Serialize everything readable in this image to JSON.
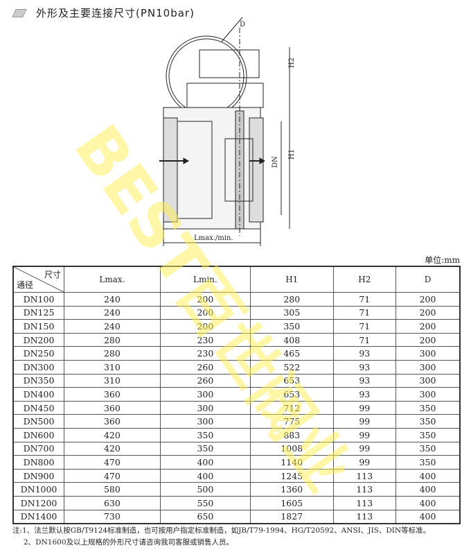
{
  "title": "外形及主要连接尺寸(PN10bar)",
  "drawing": {
    "label_d": "D",
    "label_h2": "H2",
    "label_h1": "H1",
    "label_dn": "DN",
    "label_l": "Lmax./min."
  },
  "unit": "单位:mm",
  "watermark": "BEST百世阀业",
  "table": {
    "corner_top": "尺寸",
    "corner_bottom": "通径",
    "headers": [
      "Lmax.",
      "Lmin.",
      "H1",
      "H2",
      "D"
    ],
    "rows": [
      [
        "DN100",
        "240",
        "200",
        "280",
        "71",
        "200"
      ],
      [
        "DN125",
        "240",
        "200",
        "305",
        "71",
        "200"
      ],
      [
        "DN150",
        "240",
        "200",
        "350",
        "71",
        "200"
      ],
      [
        "DN200",
        "280",
        "230",
        "408",
        "71",
        "200"
      ],
      [
        "DN250",
        "280",
        "230",
        "465",
        "93",
        "300"
      ],
      [
        "DN300",
        "310",
        "260",
        "522",
        "93",
        "300"
      ],
      [
        "DN350",
        "310",
        "260",
        "653",
        "93",
        "300"
      ],
      [
        "DN400",
        "360",
        "300",
        "653",
        "93",
        "300"
      ],
      [
        "DN450",
        "360",
        "300",
        "712",
        "99",
        "350"
      ],
      [
        "DN500",
        "360",
        "300",
        "775",
        "99",
        "350"
      ],
      [
        "DN600",
        "420",
        "350",
        "883",
        "99",
        "350"
      ],
      [
        "DN700",
        "420",
        "350",
        "1008",
        "99",
        "350"
      ],
      [
        "DN800",
        "470",
        "400",
        "1140",
        "99",
        "350"
      ],
      [
        "DN900",
        "470",
        "400",
        "1245",
        "113",
        "400"
      ],
      [
        "DN1000",
        "580",
        "500",
        "1360",
        "113",
        "400"
      ],
      [
        "DN1200",
        "630",
        "550",
        "1605",
        "113",
        "400"
      ],
      [
        "DN1400",
        "730",
        "650",
        "1827",
        "113",
        "400"
      ]
    ]
  },
  "notes": [
    "注:1、法兰默认按GB/T9124标准制造，也可按用户指定标准制造，如JB/T79-1994、HG/T20592、ANSI、JIS、DIN等标准。",
    "2、DN1600及以上规格的外形尺寸请咨询我司客服或销售人员。"
  ]
}
